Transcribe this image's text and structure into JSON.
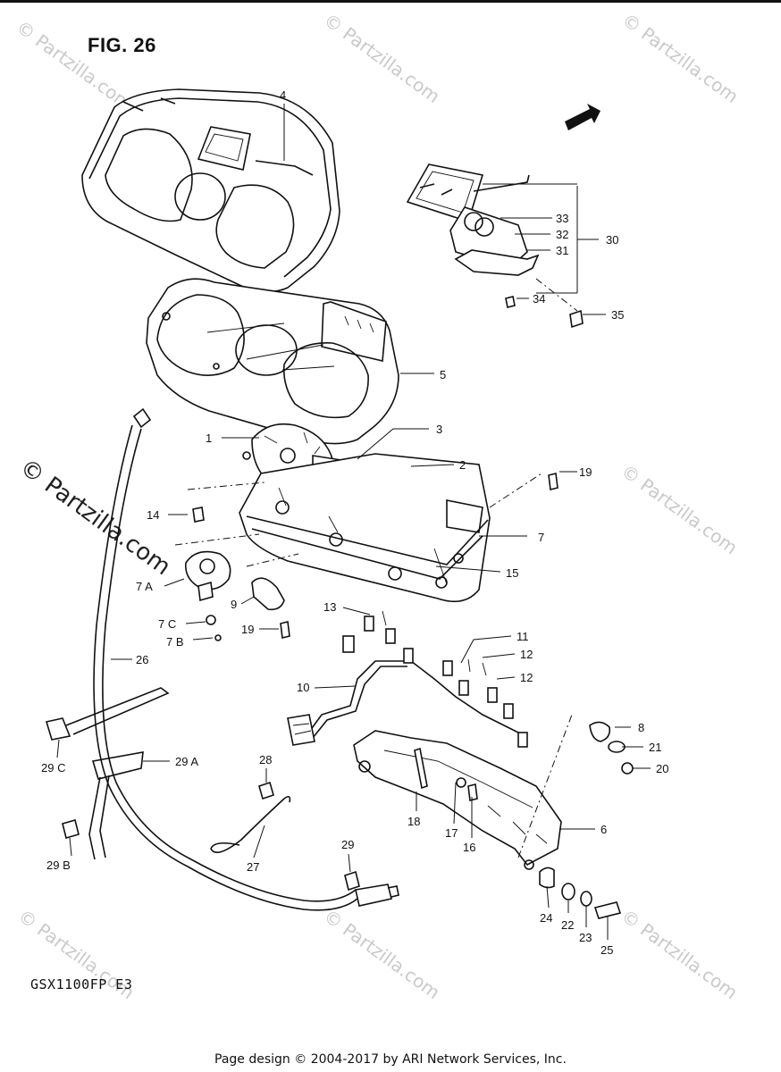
{
  "figure_title": "FIG. 26",
  "model_code": "GSX1100FP  E3",
  "footer": "Page design © 2004-2017 by ARI Network Services, Inc.",
  "direction_badge": "FWD",
  "watermark_text": "© Partzilla.com",
  "callouts": {
    "p1": "1",
    "p2": "2",
    "p3": "3",
    "p4": "4",
    "p5": "5",
    "p6": "6",
    "p7": "7",
    "p7a": "7  A",
    "p7b": "7  B",
    "p7c": "7  C",
    "p8": "8",
    "p9": "9",
    "p10": "10",
    "p11": "11",
    "p12a": "12",
    "p12b": "12",
    "p13": "13",
    "p14": "14",
    "p15": "15",
    "p16": "16",
    "p17": "17",
    "p18": "18",
    "p19a": "19",
    "p19b": "19",
    "p20": "20",
    "p21": "21",
    "p22": "22",
    "p23": "23",
    "p24": "24",
    "p25": "25",
    "p26": "26",
    "p27": "27",
    "p28": "28",
    "p29": "29",
    "p29a": "29 A",
    "p29b": "29 B",
    "p29c": "29 C",
    "p30": "30",
    "p31": "31",
    "p32": "32",
    "p33": "33",
    "p34": "34",
    "p35": "35"
  }
}
